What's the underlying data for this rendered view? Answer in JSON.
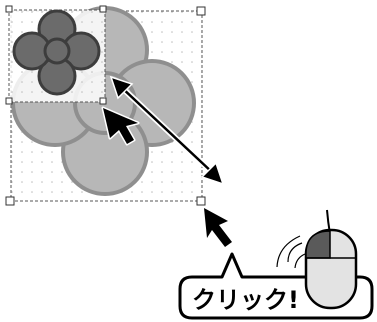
{
  "callout": {
    "text": "クリック!"
  },
  "icons": {
    "large_flower": "flower-shape",
    "small_flower": "flower-shape-thumbnail",
    "cursor": "arrow-cursor",
    "resize_arrow": "double-headed-arrow",
    "mouse": "computer-mouse",
    "motion_lines": "click-motion-lines"
  },
  "colors": {
    "large_petal": "#b7b7b7",
    "large_petal_edge": "#8f8f8f",
    "small_petal": "#6b6b6b",
    "small_petal_edge": "#3d3d3d",
    "mouse_body": "#e3e3e3",
    "mouse_button": "#5a5a5a",
    "accent": "#000000"
  }
}
